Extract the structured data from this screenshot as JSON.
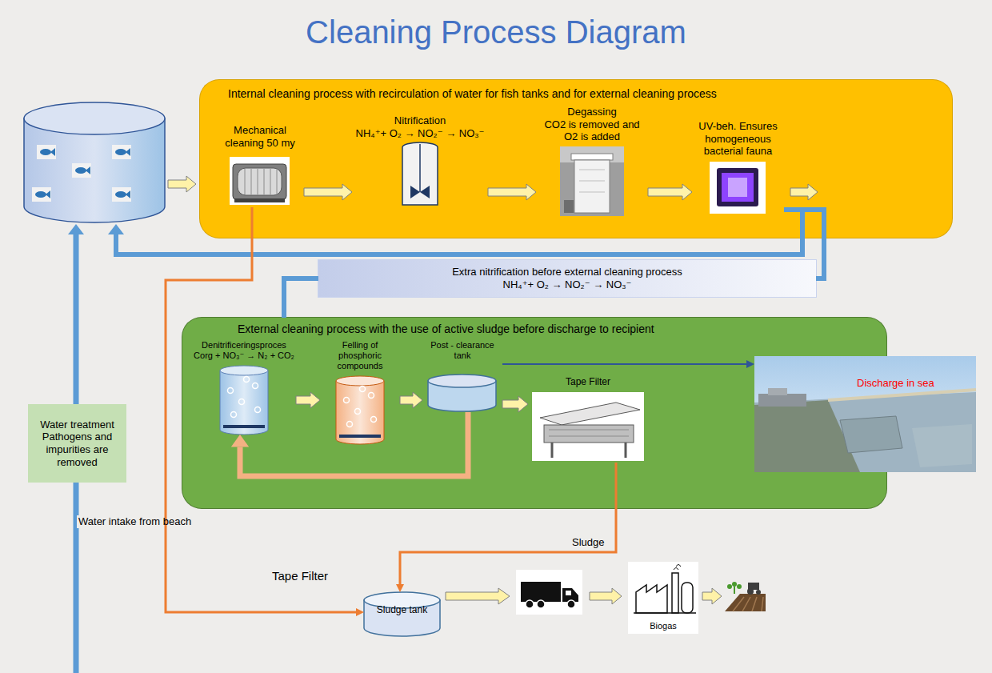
{
  "diagram": {
    "title": "Cleaning Process Diagram",
    "nodes": [
      {
        "text": [
          "Internal cleaning process with recirculation of water for fish tanks and for external cleaning process"
        ]
      },
      {
        "text": [
          "Mechanical cleaning 50 my"
        ],
        "in": 0
      },
      {
        "text": [
          "Nitrification",
          "NH₄⁺+ O₂ → NO₂⁻ → NO₃⁻"
        ],
        "in": 0
      },
      {
        "text": [
          "Degassing",
          "CO2 is removed and O2 is added"
        ],
        "in": 0
      },
      {
        "text": [
          "UV-beh. Ensures homogeneous bacterial fauna"
        ],
        "in": 0
      },
      {
        "text": [
          "Extra nitrification before external cleaning process",
          "NH₄⁺+ O₂ → NO₂⁻ → NO₃⁻"
        ]
      },
      {
        "text": [
          "External cleaning process with the use of active sludge before discharge to recipient"
        ]
      },
      {
        "text": [
          "Denitrificeringsproces",
          "Corg + NO₃⁻ → N₂ + CO₂"
        ],
        "in": 6
      },
      {
        "text": [
          "Felling of phosphoric compounds"
        ],
        "in": 6
      },
      {
        "text": [
          "Post - clearance tank"
        ],
        "in": 6
      },
      {
        "text": [
          "Tape Filter"
        ],
        "in": 6
      },
      {
        "text": [
          "Discharge in sea"
        ]
      },
      {
        "text": [
          "Water treatment",
          "Pathogens and impurities are removed"
        ]
      },
      {
        "text": [
          "Sludge tank"
        ]
      },
      {
        "text": [
          "Biogas"
        ]
      }
    ],
    "edges": [
      {
        "from": 1,
        "to": 2,
        "arrow": "to"
      },
      {
        "from": 2,
        "to": 3,
        "arrow": "to"
      },
      {
        "from": 3,
        "to": 4,
        "arrow": "to"
      },
      {
        "from": 4,
        "to": 5,
        "arrow": "none"
      },
      {
        "from": 5,
        "to": 6,
        "arrow": "none"
      },
      {
        "from": 7,
        "to": 8,
        "arrow": "to"
      },
      {
        "from": 8,
        "to": 9,
        "arrow": "to"
      },
      {
        "from": 9,
        "to": 10,
        "arrow": "to"
      },
      {
        "from": 9,
        "to": 7,
        "arrow": "to"
      },
      {
        "from": 9,
        "to": 11,
        "arrow": "to"
      },
      {
        "from": 10,
        "to": 13,
        "label": "Sludge",
        "arrow": "to"
      },
      {
        "from": 1,
        "to": 13,
        "label": "Tape Filter",
        "arrow": "to"
      }
    ],
    "labels": [
      "Water intake from beach"
    ]
  }
}
